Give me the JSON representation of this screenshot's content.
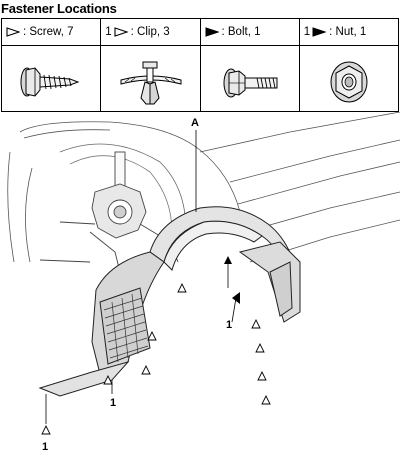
{
  "title": "Fastener Locations",
  "fasteners": [
    {
      "prefix": "",
      "symbol": "open-triangle",
      "label": ": Screw, 7",
      "icon": "screw-icon"
    },
    {
      "prefix": "1",
      "symbol": "open-triangle",
      "label": ": Clip, 3",
      "icon": "clip-icon"
    },
    {
      "prefix": "",
      "symbol": "filled-triangle",
      "label": ": Bolt, 1",
      "icon": "bolt-icon"
    },
    {
      "prefix": "1",
      "symbol": "filled-triangle",
      "label": ": Nut, 1",
      "icon": "nut-icon"
    }
  ],
  "callouts": {
    "view_a": "A",
    "label_1_center": "1",
    "label_1_bottom": "1",
    "label_1_lower": "1"
  }
}
